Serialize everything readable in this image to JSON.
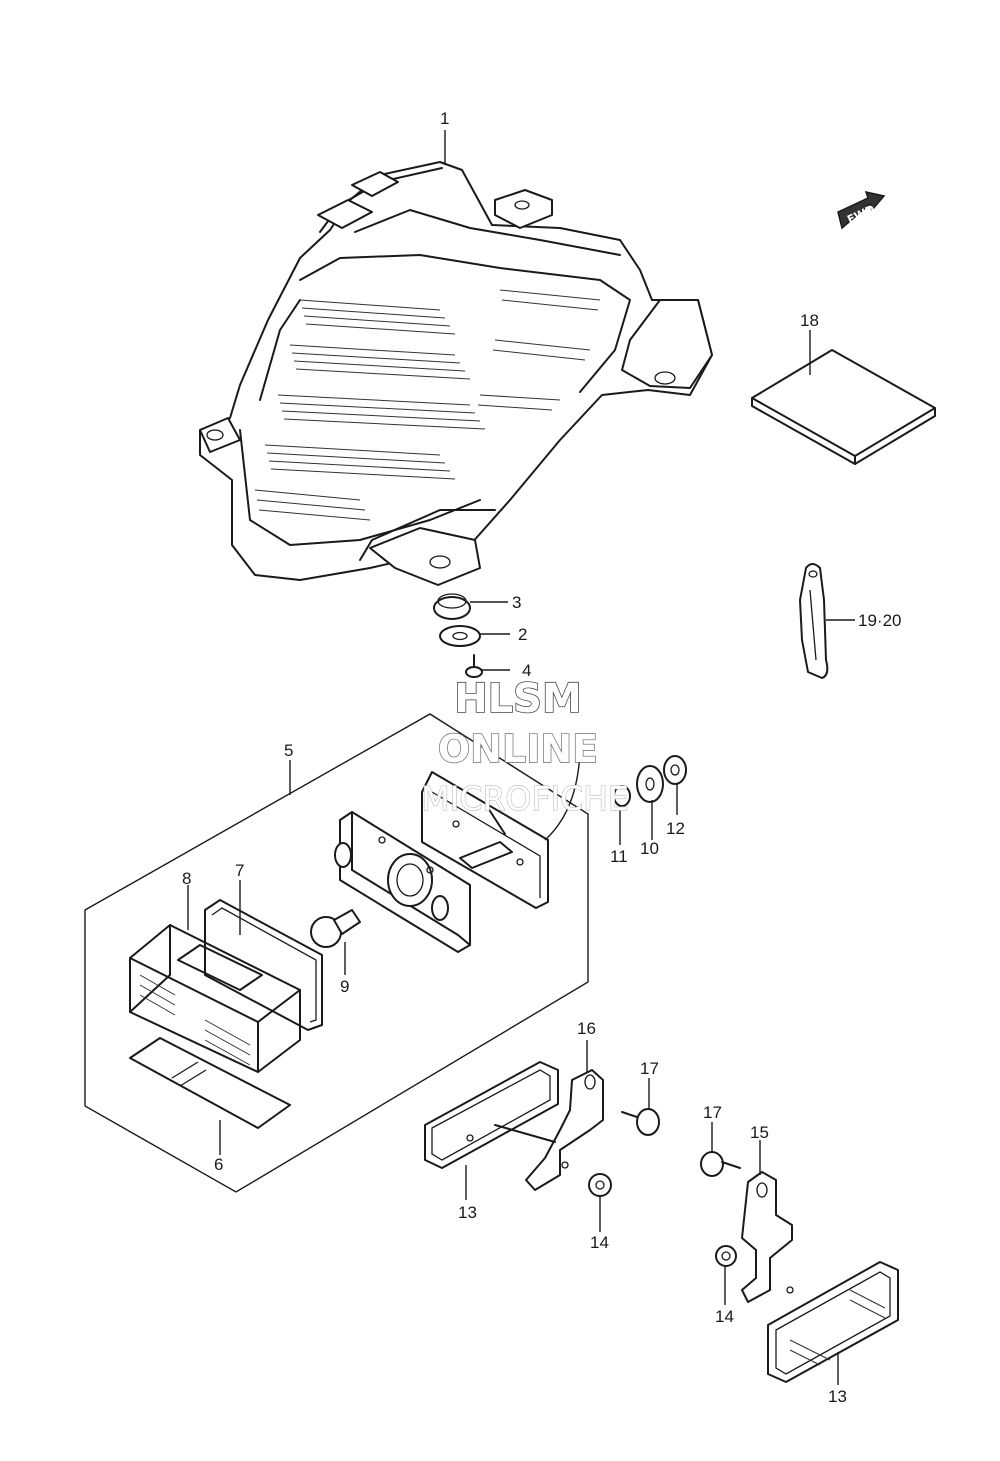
{
  "callouts": {
    "c1": "1",
    "c2": "2",
    "c3": "3",
    "c4": "4",
    "c5": "5",
    "c6": "6",
    "c7": "7",
    "c8": "8",
    "c9": "9",
    "c10": "10",
    "c11": "11",
    "c12": "12",
    "c13a": "13",
    "c13b": "13",
    "c14a": "14",
    "c14b": "14",
    "c15": "15",
    "c16": "16",
    "c17a": "17",
    "c17b": "17",
    "c18": "18",
    "c19_20": "19·20"
  },
  "fwd_label": "FWD",
  "watermark": {
    "line1": "HLSM",
    "line2": "ONLINE",
    "line3": "MICROFICHE"
  }
}
